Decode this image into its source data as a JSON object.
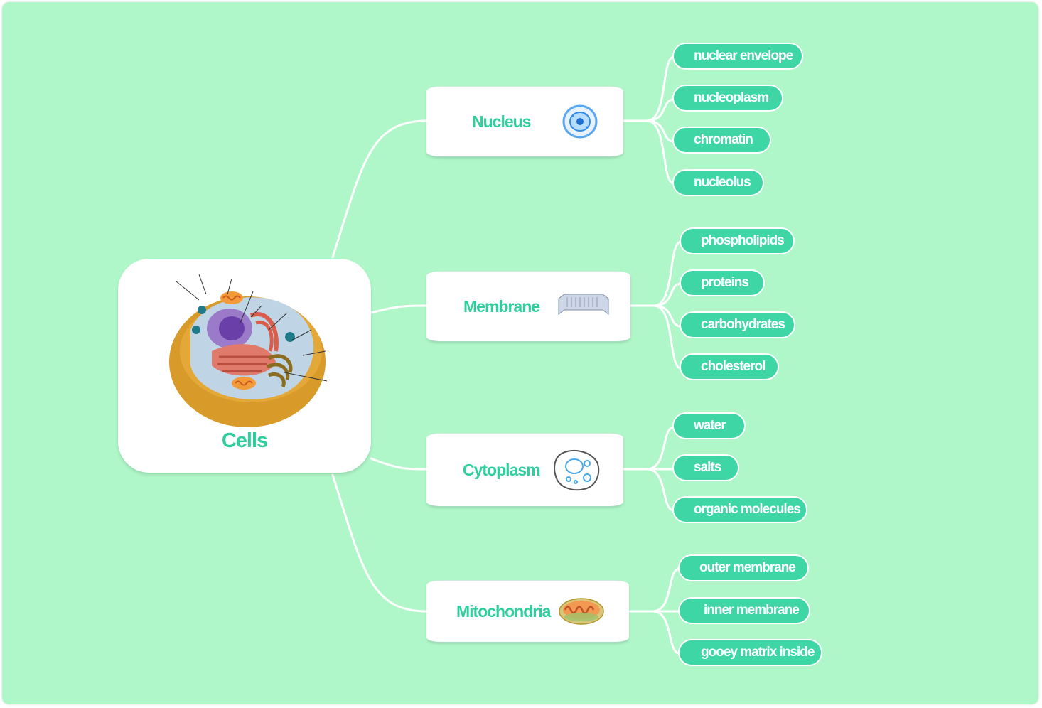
{
  "central": {
    "title": "Cells",
    "image": "animal-cell-illustration"
  },
  "branches": [
    {
      "label": "Nucleus",
      "icon": "nucleus-icon",
      "children": [
        "nuclear envelope",
        "nucleoplasm",
        "chromatin",
        "nucleolus"
      ]
    },
    {
      "label": "Membrane",
      "icon": "membrane-icon",
      "children": [
        "phospholipids",
        "proteins",
        "carbohydrates",
        "cholesterol"
      ]
    },
    {
      "label": "Cytoplasm",
      "icon": "cytoplasm-icon",
      "children": [
        "water",
        "salts",
        "organic molecules"
      ]
    },
    {
      "label": "Mitochondria",
      "icon": "mitochondria-icon",
      "children": [
        "outer membrane",
        "inner membrane",
        "gooey matrix inside"
      ]
    }
  ],
  "colors": {
    "background": "#aff7c8",
    "accent_text": "#2fcf9d",
    "leaf_fill": "#3ed6a5",
    "connector": "#ffffff"
  }
}
